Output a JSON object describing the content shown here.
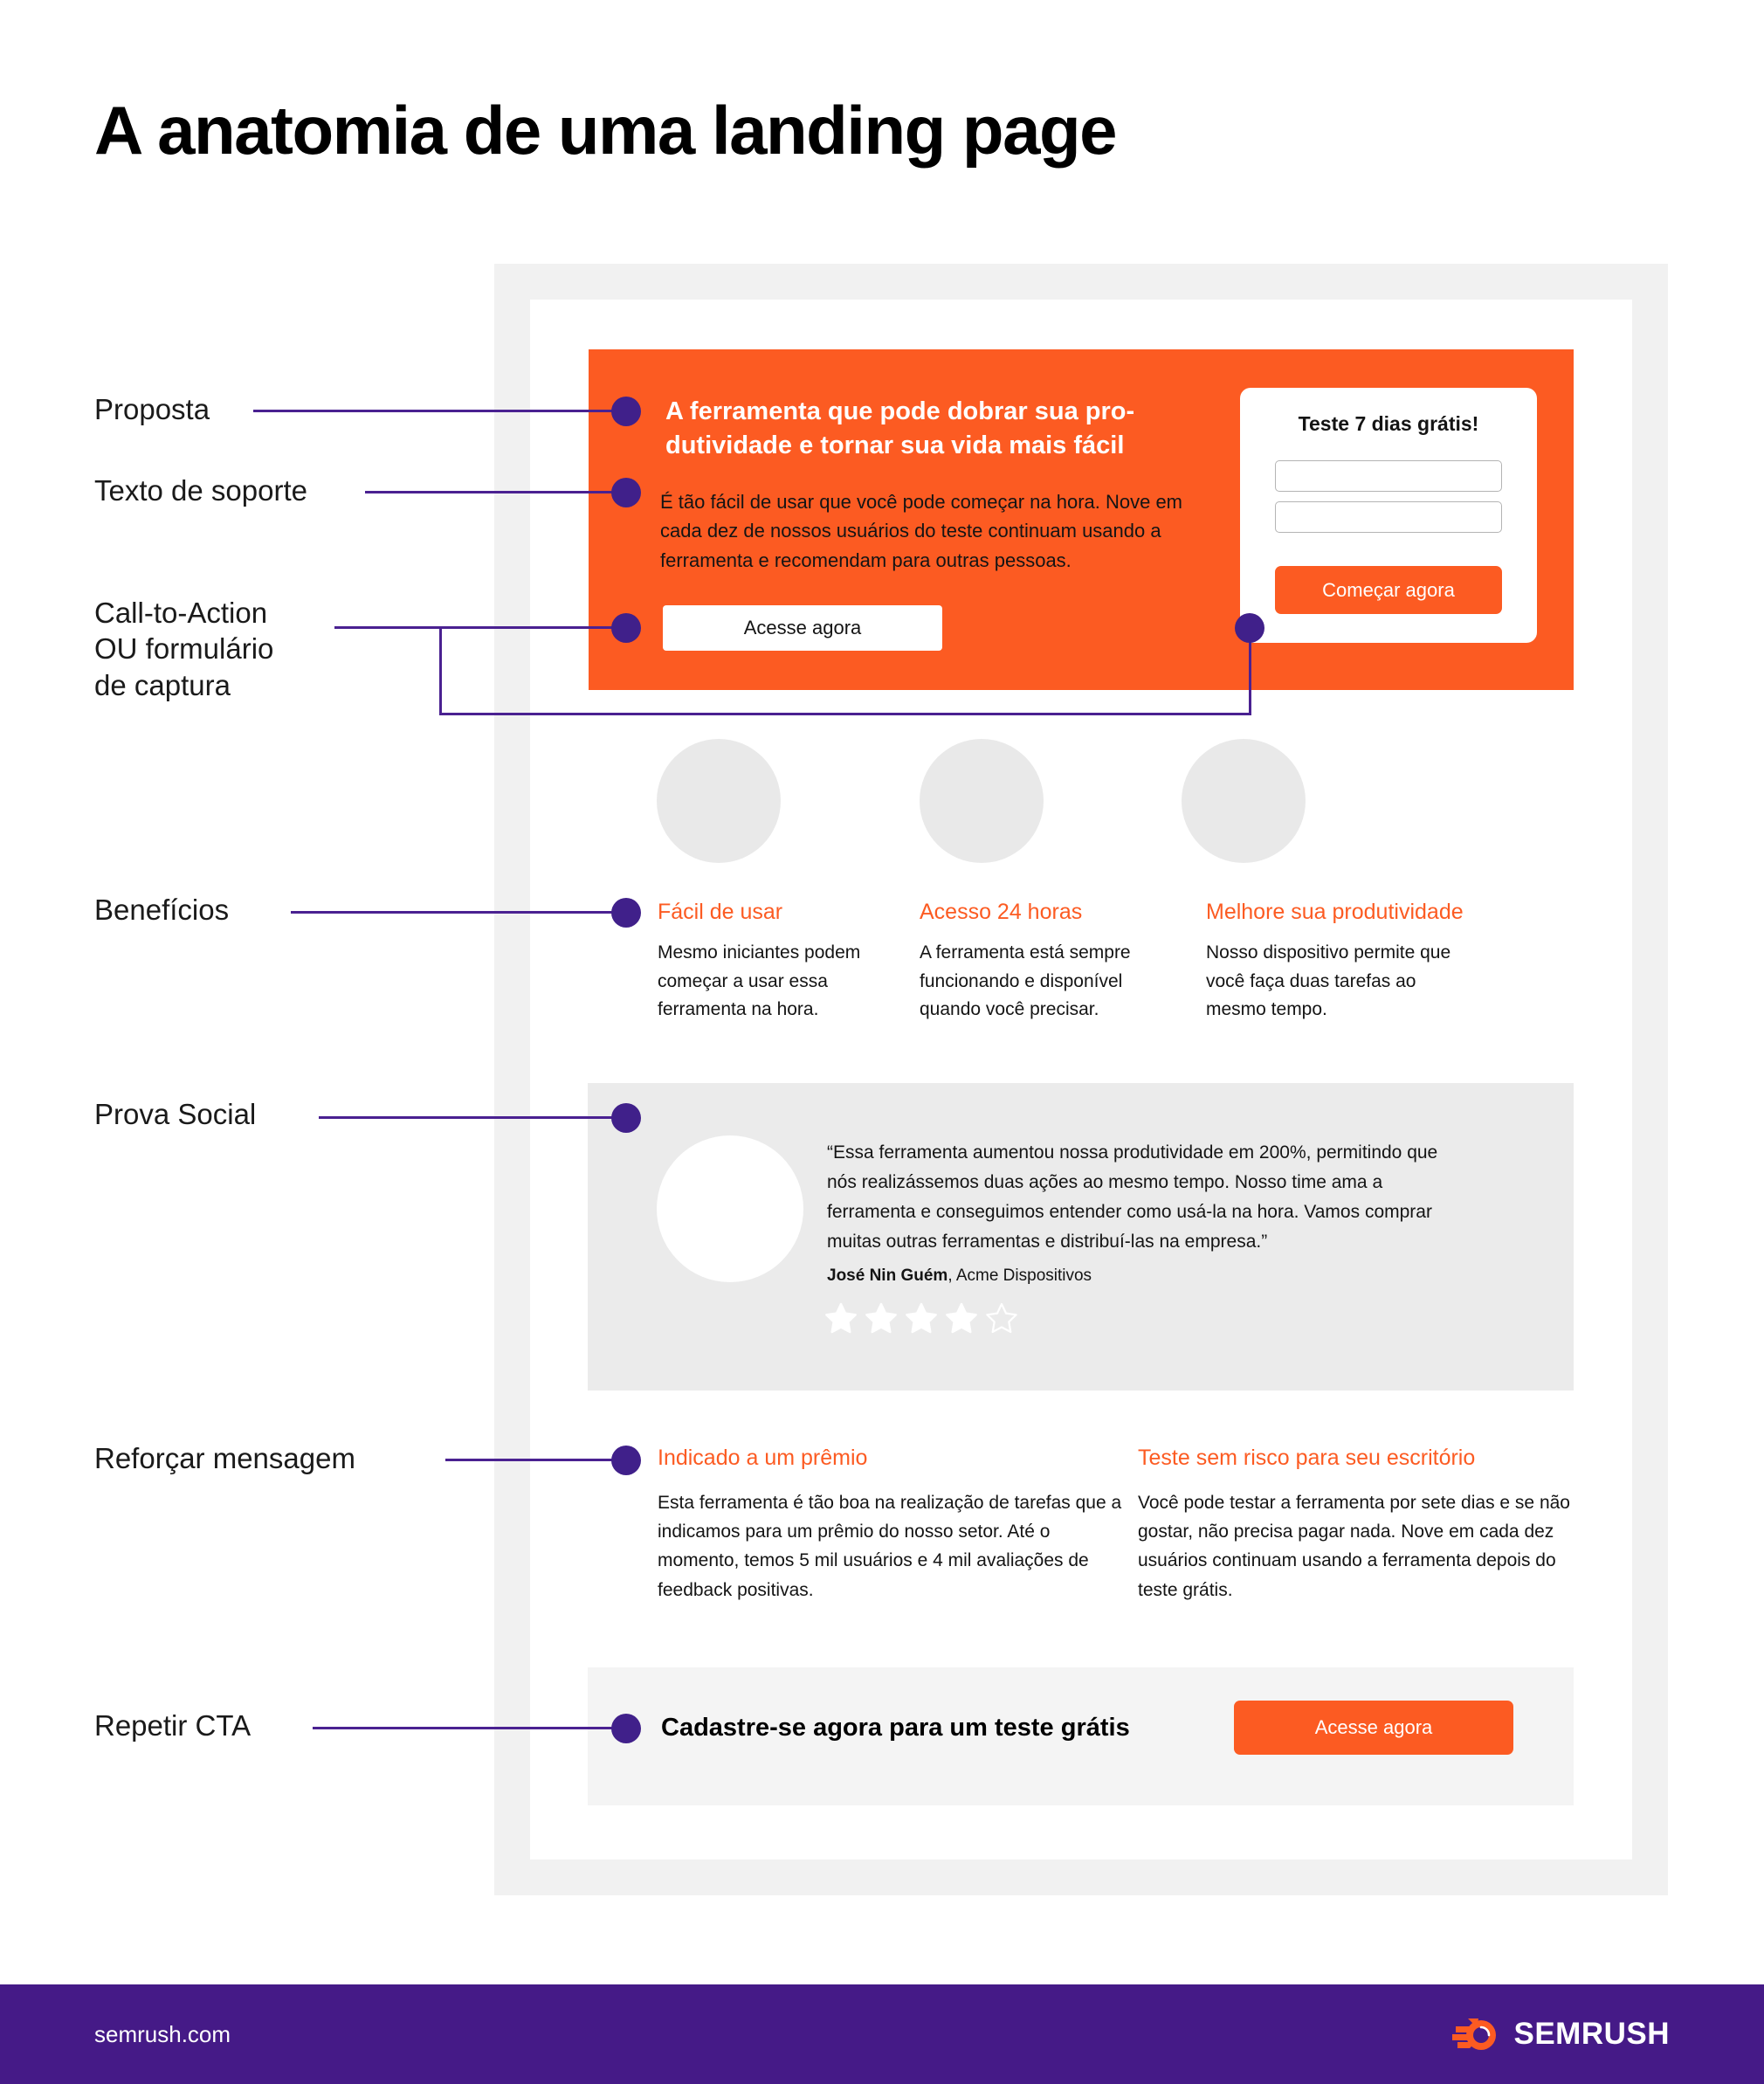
{
  "page": {
    "title": "A anatomia de uma landing page"
  },
  "annotations": [
    {
      "key": "proposta",
      "label": "Proposta"
    },
    {
      "key": "texto_suporte",
      "label": "Texto de soporte"
    },
    {
      "key": "cta_form",
      "label": "Call-to-Action\nOU formulário\nde captura"
    },
    {
      "key": "beneficios",
      "label": "Benefícios"
    },
    {
      "key": "prova_social",
      "label": "Prova Social"
    },
    {
      "key": "reforcar",
      "label": "Reforçar mensagem"
    },
    {
      "key": "repetir_cta",
      "label": "Repetir CTA"
    }
  ],
  "hero": {
    "headline": "A ferramenta que pode dobrar sua pro-dutividade e tornar sua vida mais fácil",
    "subtext": "É tão fácil de usar que você pode começar na hora. Nove em cada dez de nossos usuários do teste continuam usando a ferramenta e recomendam para outras pessoas.",
    "cta_label": "Acesse agora"
  },
  "form": {
    "title": "Teste 7 dias grátis!",
    "field1_value": "",
    "field2_value": "",
    "submit_label": "Começar agora"
  },
  "benefits": [
    {
      "heading": "Fácil de usar",
      "body": "Mesmo iniciantes podem começar a usar essa ferramenta na hora."
    },
    {
      "heading": "Acesso 24 horas",
      "body": "A ferramenta está sempre funcionando e disponível quando você precisar."
    },
    {
      "heading": "Melhore sua produtividade",
      "body": "Nosso dispositivo permite que você faça duas tarefas ao mesmo tempo."
    }
  ],
  "testimonial": {
    "quote": "“Essa ferramenta aumentou nossa produtividade em 200%, permitindo que nós realizássemos duas ações ao mesmo tempo. Nosso time ama a ferramenta e conseguimos entender como usá-la na hora. Vamos comprar muitas outras ferramentas e distribuí-las na empresa.”",
    "author_name": "José Nin Guém",
    "author_company": ", Acme Dispositivos",
    "rating_filled": 4,
    "rating_total": 5
  },
  "reinforce": [
    {
      "heading": "Indicado a um prêmio",
      "body": "Esta ferramenta é tão boa na realização de tarefas que a indicamos para um prêmio do nosso setor. Até o momento, temos 5 mil usuários e 4 mil avaliações de feedback positivas."
    },
    {
      "heading": "Teste sem risco para seu escritório",
      "body": "Você pode testar a ferramenta por sete dias e se não gostar, não precisa pagar nada. Nove em cada dez usuários continuam usando a ferramenta depois do teste grátis."
    }
  ],
  "final_cta": {
    "text": "Cadastre-se agora para um teste grátis",
    "button_label": "Acesse agora"
  },
  "footer": {
    "url": "semrush.com",
    "brand": "SEMRUSH"
  },
  "colors": {
    "orange": "#fc5b22",
    "purple": "#40208a",
    "footer_purple": "#451a87",
    "frame_gray": "#f1f1f1",
    "band_gray": "#ebebeb",
    "circle_gray": "#e9e9e9"
  }
}
